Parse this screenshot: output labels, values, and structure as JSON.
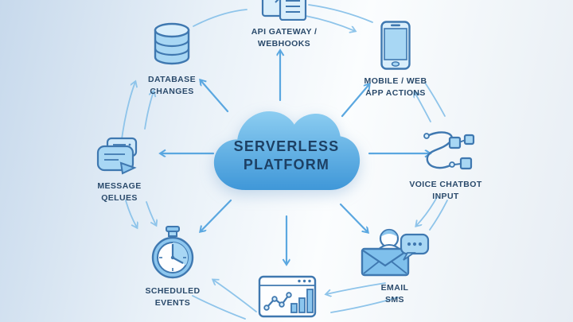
{
  "diagram": {
    "center": {
      "title_line1": "SERVERLESS",
      "title_line2": "PLATFORM"
    },
    "nodes": [
      {
        "id": "database-changes",
        "icon": "database-icon",
        "label_line1": "DATABASE",
        "label_line2": "CHANGES"
      },
      {
        "id": "api-gateway-webhooks",
        "icon": "documents-icon",
        "label_line1": "API GATEWAY /",
        "label_line2": "WEBHOOKS"
      },
      {
        "id": "mobile-web-app-actions",
        "icon": "smartphone-icon",
        "label_line1": "MOBILE / WEB",
        "label_line2": "APP ACTIONS"
      },
      {
        "id": "voice-chatbot-input",
        "icon": "flow-nodes-icon",
        "label_line1": "VOICE CHATBOT",
        "label_line2": "INPUT"
      },
      {
        "id": "email-sms",
        "icon": "email-person-chat-icon",
        "label_line1": "EMAIL",
        "label_line2": "SMS"
      },
      {
        "id": "analytics",
        "icon": "analytics-window-icon",
        "label_line1": "",
        "label_line2": ""
      },
      {
        "id": "scheduled-events",
        "icon": "stopwatch-icon",
        "label_line1": "SCHEDULED",
        "label_line2": "EVENTS"
      },
      {
        "id": "message-queues",
        "icon": "chat-queue-icon",
        "label_line1": "MESSAGE",
        "label_line2": "QELUES"
      }
    ],
    "colors": {
      "cloud_top": "#8ccdf1",
      "cloud_bottom": "#3f97d8",
      "icon_stroke": "#3f78b0",
      "icon_fill": "#a8d7f4",
      "icon_fill_light": "#d9eefb",
      "spoke_arrow": "#5aa7e0",
      "arc_arrow": "#8ec4ea",
      "label_text": "#2a4a6b"
    }
  }
}
